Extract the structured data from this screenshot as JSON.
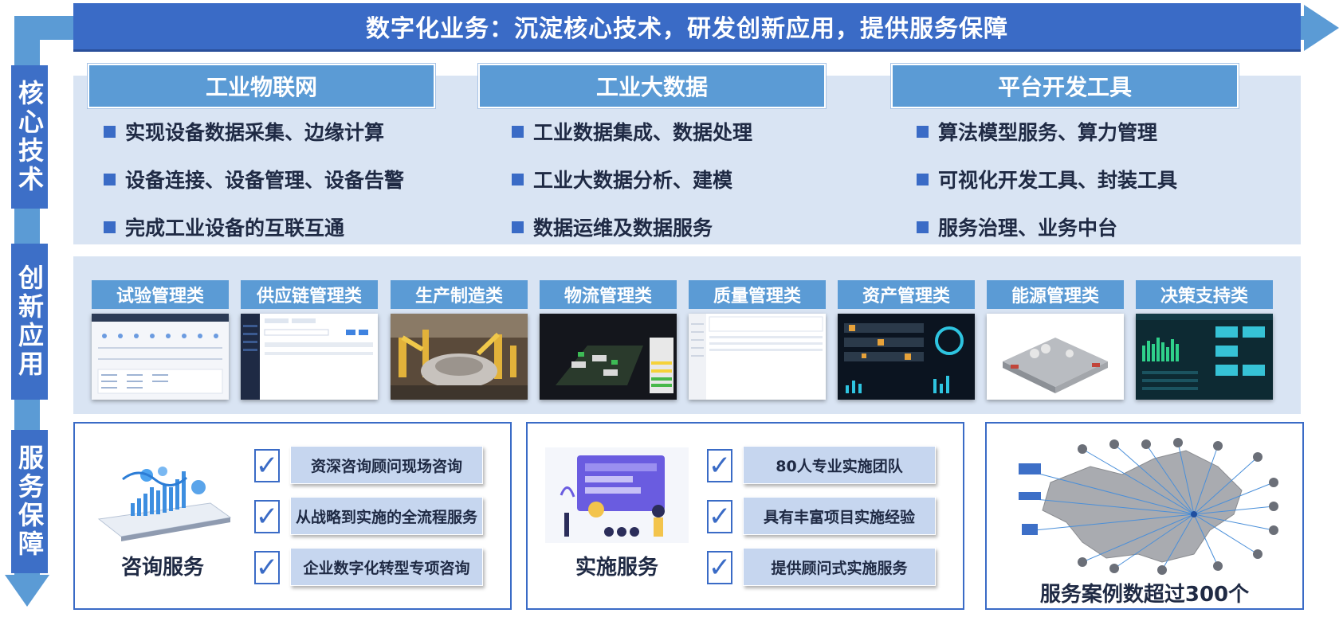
{
  "banner": {
    "title": "数字化业务：沉淀核心技术，研发创新应用，提供服务保障"
  },
  "side_labels": {
    "core": "核心技术",
    "innovation": "创新应用",
    "service": "服务保障"
  },
  "core_tech": {
    "columns": [
      {
        "title": "工业物联网",
        "items": [
          "实现设备数据采集、边缘计算",
          "设备连接、设备管理、设备告警",
          "完成工业设备的互联互通"
        ]
      },
      {
        "title": "工业大数据",
        "items": [
          "工业数据集成、数据处理",
          "工业大数据分析、建模",
          "数据运维及数据服务"
        ]
      },
      {
        "title": "平台开发工具",
        "items": [
          "算法模型服务、算力管理",
          "可视化开发工具、封装工具",
          "服务治理、业务中台"
        ]
      }
    ]
  },
  "innovation": {
    "cards": [
      {
        "label": "试验管理类"
      },
      {
        "label": "供应链管理类"
      },
      {
        "label": "生产制造类"
      },
      {
        "label": "物流管理类"
      },
      {
        "label": "质量管理类"
      },
      {
        "label": "资产管理类"
      },
      {
        "label": "能源管理类"
      },
      {
        "label": "决策支持类"
      }
    ]
  },
  "services": {
    "consulting": {
      "title": "咨询服务",
      "items": [
        "资深咨询顾问现场咨询",
        "从战略到实施的全流程服务",
        "企业数字化转型专项咨询"
      ]
    },
    "implementation": {
      "title": "实施服务",
      "items": [
        "80人专业实施团队",
        "具有丰富项目实施经验",
        "提供顾问式实施服务"
      ]
    },
    "cases": {
      "title": "服务案例数超过300个"
    }
  },
  "colors": {
    "primary": "#3a6bc6",
    "light_blue": "#5b9bd5",
    "panel": "#d9e4f3",
    "pill": "#c6d6ef"
  }
}
